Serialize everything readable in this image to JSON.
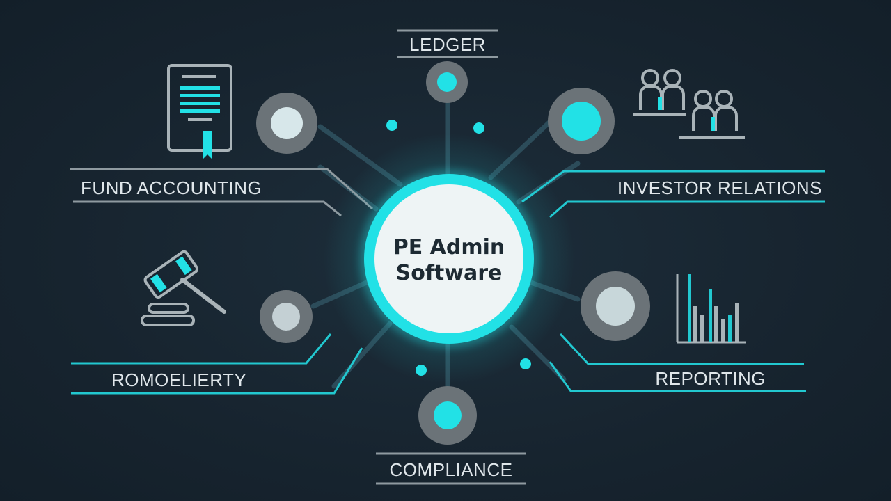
{
  "center": {
    "line1": "PE Admin",
    "line2": "Software"
  },
  "labels": {
    "ledger": "LEDGER",
    "fund_accounting": "FUND ACCOUNTING",
    "investor_relations": "INVESTOR RELATIONS",
    "romoelierty": "ROMOELIERTY",
    "reporting": "REPORTING",
    "compliance": "COMPLIANCE"
  },
  "colors": {
    "accent": "#22e1e6",
    "node_gray": "#6b7378",
    "node_inner_light": "#d7e7ea",
    "line_gray": "#9aa3a8",
    "background": "#17242f"
  },
  "icons": {
    "fund_accounting": "document-ribbon-icon",
    "investor_relations": "people-group-icon",
    "romoelierty": "gavel-icon",
    "reporting": "bar-chart-icon"
  }
}
